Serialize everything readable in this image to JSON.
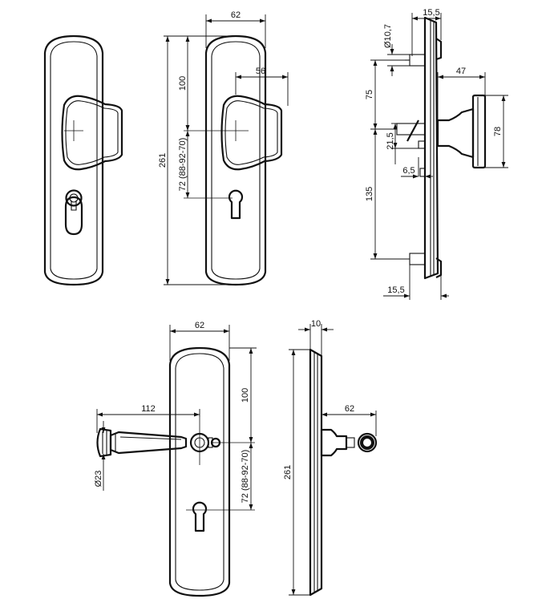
{
  "colors": {
    "line": "#111111",
    "background": "#ffffff"
  },
  "views": {
    "front_knob": {
      "dim_width": "62",
      "dim_upper": "100",
      "dim_total": "261",
      "dim_distance": "72 (88-92-70)",
      "dim_knob": "56"
    },
    "side_knob": {
      "dim_top": "15,5",
      "dim_spindle": "Ø10,7",
      "dim_upper": "75",
      "dim_projection": "47",
      "dim_knob_dia": "78",
      "dim_middle": "21,5",
      "dim_small": "6,5",
      "dim_lower": "135",
      "dim_bottom": "15,5"
    },
    "front_lever": {
      "dim_width": "62",
      "dim_lever": "112",
      "dim_upper": "100",
      "dim_rose": "Ø23",
      "dim_distance": "72 (88-92-70)"
    },
    "side_lever": {
      "dim_top": "10",
      "dim_total": "261",
      "dim_projection": "62"
    }
  }
}
